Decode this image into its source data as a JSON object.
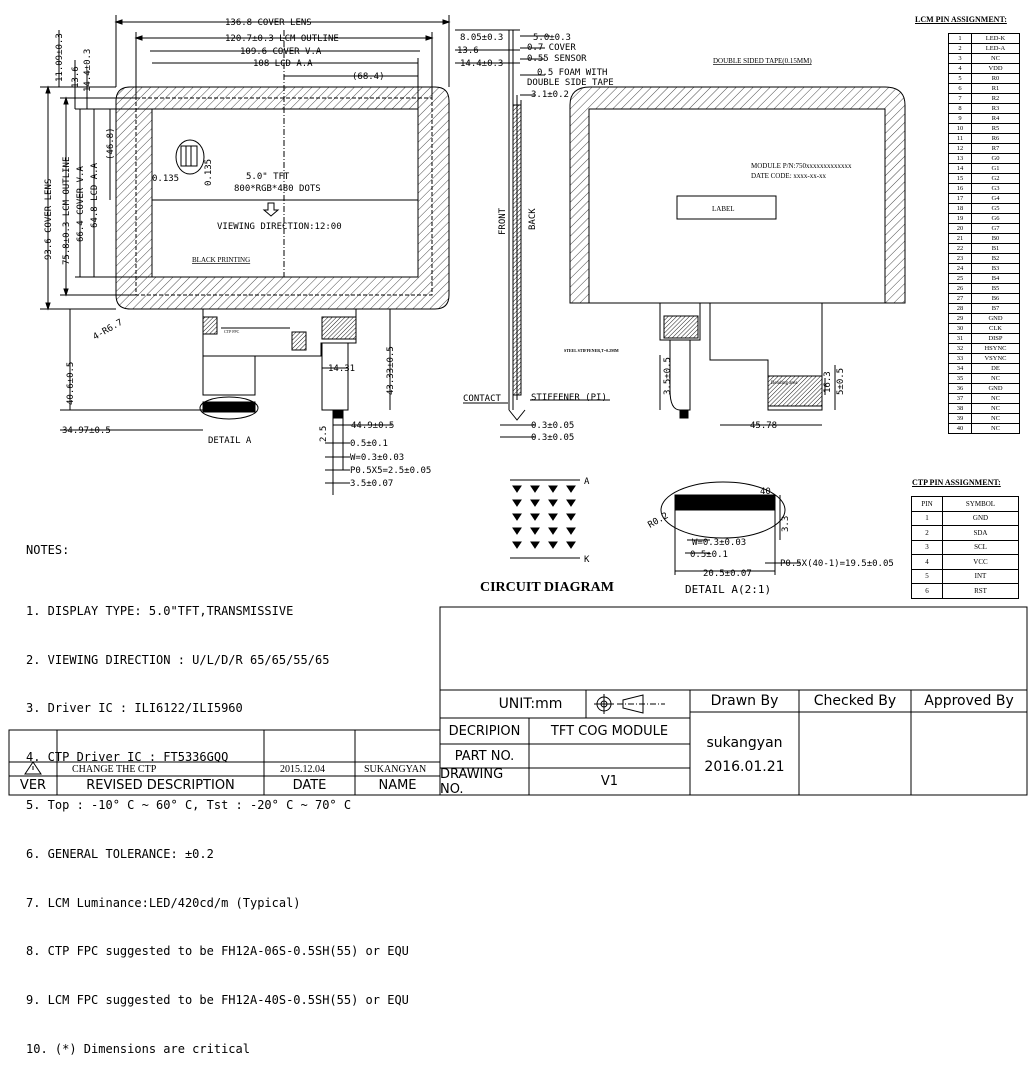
{
  "front_view": {
    "dims": {
      "cover_lens_w": "136.8 COVER LENS",
      "lcm_outline_w": "120.7±0.3 LCM OUTLINE",
      "cover_va_w": "109.6 COVER V.A",
      "lcd_aa_w": "108 LCD A.A",
      "offset_68": "(68.4)",
      "cover_lens_h": "93.6 COVER LENS",
      "lcm_outline_h": "75.8±0.3 LCM OUTLINE",
      "cover_va_h": "66.4 COVER V.A",
      "lcd_aa_h": "64.8 LCD A.A",
      "h_11": "11.09±0.3",
      "h_13": "13.6",
      "h_14": "14.4±0.3",
      "h_46": "(46.8)",
      "pix_w": "0.135",
      "pix_h": "0.135",
      "radius": "4-R6.7",
      "fpc_40": "40.6±0.5",
      "fpc_34": "34.97±0.5",
      "fpc_43": "43.33±0.5",
      "fpc_44": "44.9±0.5",
      "fpc_14": "14.31",
      "fpc_25": "2.5"
    },
    "tft_label": "5.0\" TFT",
    "res_label": "800*RGB*480 DOTS",
    "viewing": "VIEWING DIRECTION:12:00",
    "black_printing": "BLACK PRINTING",
    "detail_a": "DETAIL A",
    "ctp_fpc_text": "CTP FPC",
    "pad_dims": {
      "d1": "0.5±0.1",
      "d2": "W=0.3±0.03",
      "d3": "P0.5X5=2.5±0.05",
      "d4": "3.5±0.07"
    }
  },
  "side_view": {
    "d_8": "8.05±0.3",
    "d_5": "5.0±0.3",
    "d_136": "13.6",
    "d_144": "14.4±0.3",
    "cover": "0.7 COVER",
    "sensor": "0.55 SENSOR",
    "foam": "0.5 FOAM WITH",
    "tape": "DOUBLE SIDE TAPE",
    "d_31": "3.1±0.2",
    "front": "FRONT",
    "back": "BACK",
    "contact": "CONTACT",
    "stiffener": "STIFFENER (PI)",
    "d_03a": "0.3±0.05",
    "d_03b": "0.3±0.05"
  },
  "back_view": {
    "tape_label": "DOUBLE SIDED TAPE(0.15MM)",
    "module_pn": "MODULE P/N:750xxxxxxxxxxxxx",
    "date_code": "DATE CODE:  xxxx-xx-xx",
    "label": "LABEL",
    "steel": "STEEL STIFFENER,T=0.2MM",
    "bending": "Bending area",
    "d_35": "3.5±0.5",
    "d_163": "16.3",
    "d_5": "5±0.5",
    "d_4578": "45.78"
  },
  "circuit": {
    "title": "CIRCUIT DIAGRAM",
    "a": "A",
    "k": "K"
  },
  "detail_a2": {
    "title": "DETAIL A(2:1)",
    "d40": "40",
    "r": "R0.2",
    "w": "W=0.3±0.03",
    "d05": "0.5±0.1",
    "d33": "3.3",
    "d205": "20.5±0.07",
    "pitch": "P0.5X(40-1)=19.5±0.05"
  },
  "notes": {
    "title": "NOTES:",
    "items": [
      "1. DISPLAY TYPE: 5.0\"TFT,TRANSMISSIVE",
      "2. VIEWING DIRECTION : U/L/D/R 65/65/55/65",
      "3. Driver IC : ILI6122/ILI5960",
      "4. CTP Driver IC : FT5336GQQ",
      "5. Top : -10° C ~ 60° C, Tst : -20° C ~ 70° C",
      "6. GENERAL TOLERANCE: ±0.2",
      "7. LCM Luminance:LED/420cd/m (Typical)",
      "8. CTP FPC suggested to be FH12A-06S-0.5SH(55) or EQU",
      "9. LCM FPC suggested to be FH12A-40S-0.5SH(55) or EQU",
      "10. (*) Dimensions are critical"
    ]
  },
  "lcm_pins": {
    "title": "LCM PIN ASSIGNMENT:",
    "rows": [
      [
        "1",
        "LED-K"
      ],
      [
        "2",
        "LED-A"
      ],
      [
        "3",
        "NC"
      ],
      [
        "4",
        "VDD"
      ],
      [
        "5",
        "R0"
      ],
      [
        "6",
        "R1"
      ],
      [
        "7",
        "R2"
      ],
      [
        "8",
        "R3"
      ],
      [
        "9",
        "R4"
      ],
      [
        "10",
        "R5"
      ],
      [
        "11",
        "R6"
      ],
      [
        "12",
        "R7"
      ],
      [
        "13",
        "G0"
      ],
      [
        "14",
        "G1"
      ],
      [
        "15",
        "G2"
      ],
      [
        "16",
        "G3"
      ],
      [
        "17",
        "G4"
      ],
      [
        "18",
        "G5"
      ],
      [
        "19",
        "G6"
      ],
      [
        "20",
        "G7"
      ],
      [
        "21",
        "B0"
      ],
      [
        "22",
        "B1"
      ],
      [
        "23",
        "B2"
      ],
      [
        "24",
        "B3"
      ],
      [
        "25",
        "B4"
      ],
      [
        "26",
        "B5"
      ],
      [
        "27",
        "B6"
      ],
      [
        "28",
        "B7"
      ],
      [
        "29",
        "GND"
      ],
      [
        "30",
        "CLK"
      ],
      [
        "31",
        "DISP"
      ],
      [
        "32",
        "HSYNC"
      ],
      [
        "33",
        "VSYNC"
      ],
      [
        "34",
        "DE"
      ],
      [
        "35",
        "NC"
      ],
      [
        "36",
        "GND"
      ],
      [
        "37",
        "NC"
      ],
      [
        "38",
        "NC"
      ],
      [
        "39",
        "NC"
      ],
      [
        "40",
        "NC"
      ]
    ]
  },
  "ctp_pins": {
    "title": "CTP PIN ASSIGNMENT:",
    "header": [
      "PIN",
      "SYMBOL"
    ],
    "rows": [
      [
        "1",
        "GND"
      ],
      [
        "2",
        "SDA"
      ],
      [
        "3",
        "SCL"
      ],
      [
        "4",
        "VCC"
      ],
      [
        "5",
        "INT"
      ],
      [
        "6",
        "RST"
      ]
    ]
  },
  "title_block": {
    "unit": "UNIT:mm",
    "drawn_by": "Drawn By",
    "checked_by": "Checked By",
    "approved_by": "Approved By",
    "descr_label": "DECRIPION",
    "descr_value": "TFT COG MODULE",
    "part_label": "PART NO.",
    "drawing_label": "DRAWING NO.",
    "drawing_value": "V1",
    "drawer": "sukangyan",
    "drawn_date": "2016.01.21"
  },
  "revision": {
    "headers": [
      "VER",
      "REVISED DESCRIPTION",
      "DATE",
      "NAME"
    ],
    "row": [
      "",
      "CHANGE THE CTP",
      "2015.12.04",
      "SUKANGYAN"
    ]
  }
}
